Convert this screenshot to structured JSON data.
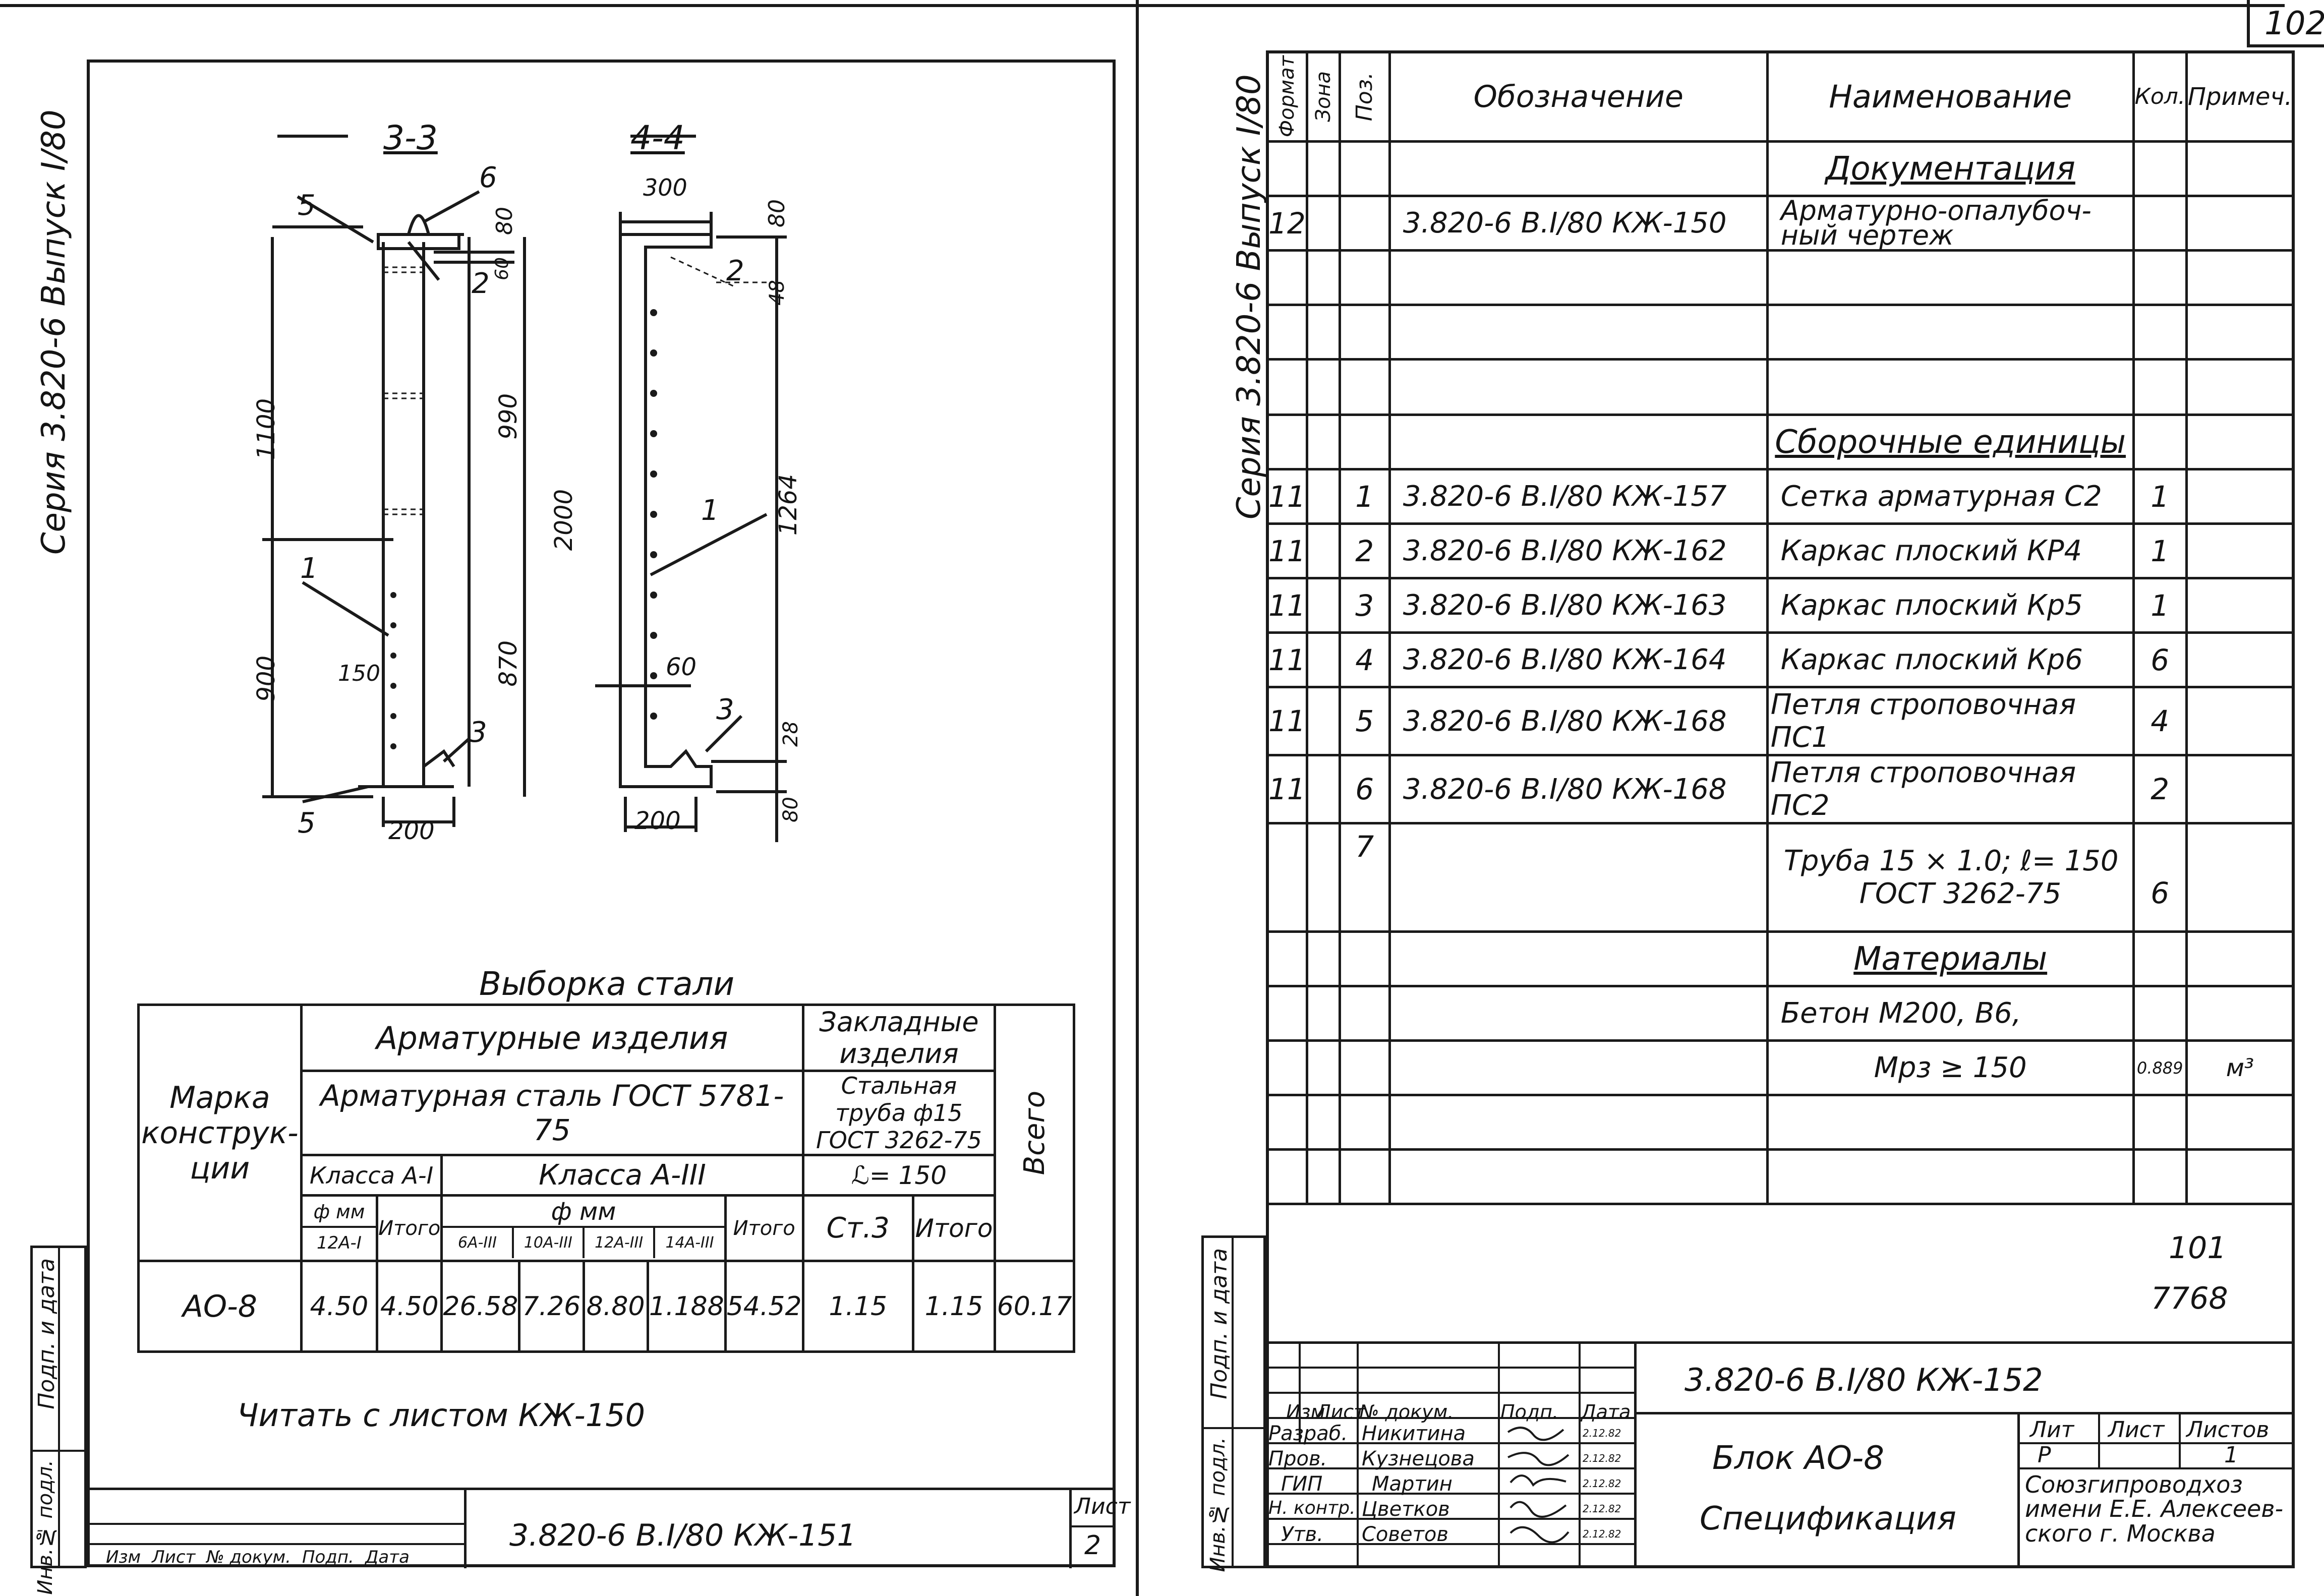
{
  "corner_page": "102",
  "left": {
    "side_label": "Серия 3.820-6 Выпуск I/80",
    "section_a": {
      "title": "3-3",
      "dims": {
        "top_80": "80",
        "d_60": "60",
        "d_1100": "1100",
        "d_990": "990",
        "d_2000": "2000",
        "d_900": "900",
        "d_870": "870",
        "d_150": "150",
        "d_200": "200"
      },
      "callouts": [
        "1",
        "2",
        "3",
        "5",
        "5",
        "6"
      ]
    },
    "section_b": {
      "title": "4-4",
      "dims": {
        "d_300": "300",
        "d_80": "80",
        "d_48": "48",
        "d_1264": "1264",
        "d_60": "60",
        "d_28": "28",
        "d_80b": "80",
        "d_200": "200"
      },
      "callouts": [
        "1",
        "2",
        "3"
      ]
    },
    "steel": {
      "caption": "Выборка стали",
      "marka": "Марка конструк- ции",
      "arm_izdelia": "Арматурные изделия",
      "arm_stal": "Арматурная сталь ГОСТ 5781-75",
      "klass1": "Класса А-I",
      "klass3": "Класса А-III",
      "phi_mm": "ф мм",
      "phi_mm2": "ф мм",
      "itogo": "Итого",
      "zaklad": "Закладные изделия",
      "truba": "Стальная труба ф15 ГОСТ 3262-75",
      "l150": "ℒ= 150",
      "st3": "Ст.3",
      "vsego": "Всего",
      "cols": [
        "12A-I",
        "6A-III",
        "10A-III",
        "12A-III",
        "14A-III"
      ],
      "row": [
        "АО-8",
        "4.50",
        "4.50",
        "26.58",
        "7.26",
        "8.80",
        "1.188",
        "54.52",
        "1.15",
        "1.15",
        "60.17"
      ]
    },
    "note": "Читать с листом КЖ-150",
    "sheet_code": "3.820-6 В.I/80 КЖ-151",
    "list_label": "Лист",
    "list_no": "2",
    "tb_labels": [
      "Изм",
      "Лист",
      "№ докум.",
      "Подп.",
      "Дата"
    ],
    "side_stamps": [
      "Подп. и дата",
      "Инв.№ подл."
    ]
  },
  "right": {
    "side_label": "Серия 3.820-6 Выпуск I/80",
    "headers": {
      "format": "Формат",
      "zona": "Зона",
      "poz": "Поз.",
      "oboz": "Обозначение",
      "naim": "Наименование",
      "kol": "Кол.",
      "prim": "Примеч."
    },
    "sections": {
      "doc": "Документация",
      "sb": "Сборочные единицы",
      "mat": "Материалы"
    },
    "doc_row": {
      "format": "12",
      "oboz": "3.820-6 В.I/80 КЖ-150",
      "naim": "Арматурно-опалубоч- ный чертеж"
    },
    "rows": [
      {
        "format": "11",
        "poz": "1",
        "oboz": "3.820-6   В.I/80 КЖ-157",
        "naim": "Сетка арматурная  С2",
        "kol": "1"
      },
      {
        "format": "11",
        "poz": "2",
        "oboz": "3.820-6   В.I/80 КЖ-162",
        "naim": "Каркас плоский  КР4",
        "kol": "1"
      },
      {
        "format": "11",
        "poz": "3",
        "oboz": "3.820-6   В.I/80 КЖ-163",
        "naim": "Каркас плоский  Кр5",
        "kol": "1"
      },
      {
        "format": "11",
        "poz": "4",
        "oboz": "3.820-6   В.I/80 КЖ-164",
        "naim": "Каркас плоский  Кр6",
        "kol": "6"
      },
      {
        "format": "11",
        "poz": "5",
        "oboz": "3.820-6   В.I/80 КЖ-168",
        "naim": "Петля строповочная  ПС1",
        "kol": "4"
      },
      {
        "format": "11",
        "poz": "6",
        "oboz": "3.820-6   В.I/80 КЖ-168",
        "naim": "Петля строповочная  ПС2",
        "kol": "2"
      }
    ],
    "truba": {
      "poz": "7",
      "line1": "Труба  15 × 1.0; ℓ= 150",
      "line2": "ГОСТ 3262-75",
      "kol": "6"
    },
    "beton1": "Бетон  М200, В6,",
    "beton2": "Мрз ≥ 150",
    "beton_kol": "0.889",
    "beton_unit": "м³",
    "num_101": "101",
    "num_7768": "7768",
    "sheet_code": "3.820-6    В.I/80    КЖ-152",
    "title1": "Блок АО-8",
    "title2": "Спецификация",
    "lit_head": [
      "Лит",
      "Лист",
      "Листов"
    ],
    "lit_vals": [
      "Р",
      "",
      "1"
    ],
    "org": "Союзгипроводхоз имени Е.Е. Алексеев- ского  г. Москва",
    "tb_head": [
      "Изм",
      "Лист",
      "№ докум.",
      "Подп.",
      "Дата"
    ],
    "people": [
      {
        "role": "Разраб.",
        "name": "Никитина",
        "date": "2.12.82"
      },
      {
        "role": "Пров.",
        "name": "Кузнецова",
        "date": "2.12.82"
      },
      {
        "role": "ГИП",
        "name": "Мартин",
        "date": "2.12.82"
      },
      {
        "role": "Н. контр.",
        "name": "Цветков",
        "date": "2.12.82"
      },
      {
        "role": "Утв.",
        "name": "Советов",
        "date": "2.12.82"
      }
    ],
    "side_stamps": [
      "Подп. и дата",
      "Инв.№ подл."
    ]
  }
}
